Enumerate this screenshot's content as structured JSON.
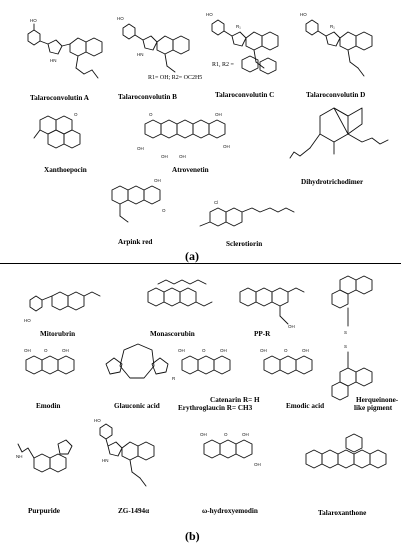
{
  "panel_a": {
    "label": "(a)",
    "compounds": [
      {
        "name": "Talaroconvolutin A"
      },
      {
        "name": "Talaroconvolutin B",
        "substituents": "R1= OH; R2= OC2H5"
      },
      {
        "name": "Talaroconvolutin C",
        "substituents": "R1, R2 ="
      },
      {
        "name": "Talaroconvolutin D"
      },
      {
        "name": "Xanthoepocin"
      },
      {
        "name": "Atrovenetin"
      },
      {
        "name": "Dihydrotrichodimer"
      },
      {
        "name": "Arpink red"
      },
      {
        "name": "Sclerotiorin"
      }
    ]
  },
  "panel_b": {
    "label": "(b)",
    "compounds": [
      {
        "name": "Mitorubrin"
      },
      {
        "name": "Monascorubin"
      },
      {
        "name": "PP-R"
      },
      {
        "name": "Emodin"
      },
      {
        "name": "Glauconic acid"
      },
      {
        "name": "Catenarin R= H"
      },
      {
        "name": "Erythroglaucin R= CH3"
      },
      {
        "name": "Emodic acid"
      },
      {
        "name": "Herqueinone-"
      },
      {
        "name": "like pigment"
      },
      {
        "name": "Purpuride"
      },
      {
        "name": "ZG-1494α"
      },
      {
        "name": "ω-hydroxyemodin"
      },
      {
        "name": "Talaroxanthone"
      }
    ]
  }
}
